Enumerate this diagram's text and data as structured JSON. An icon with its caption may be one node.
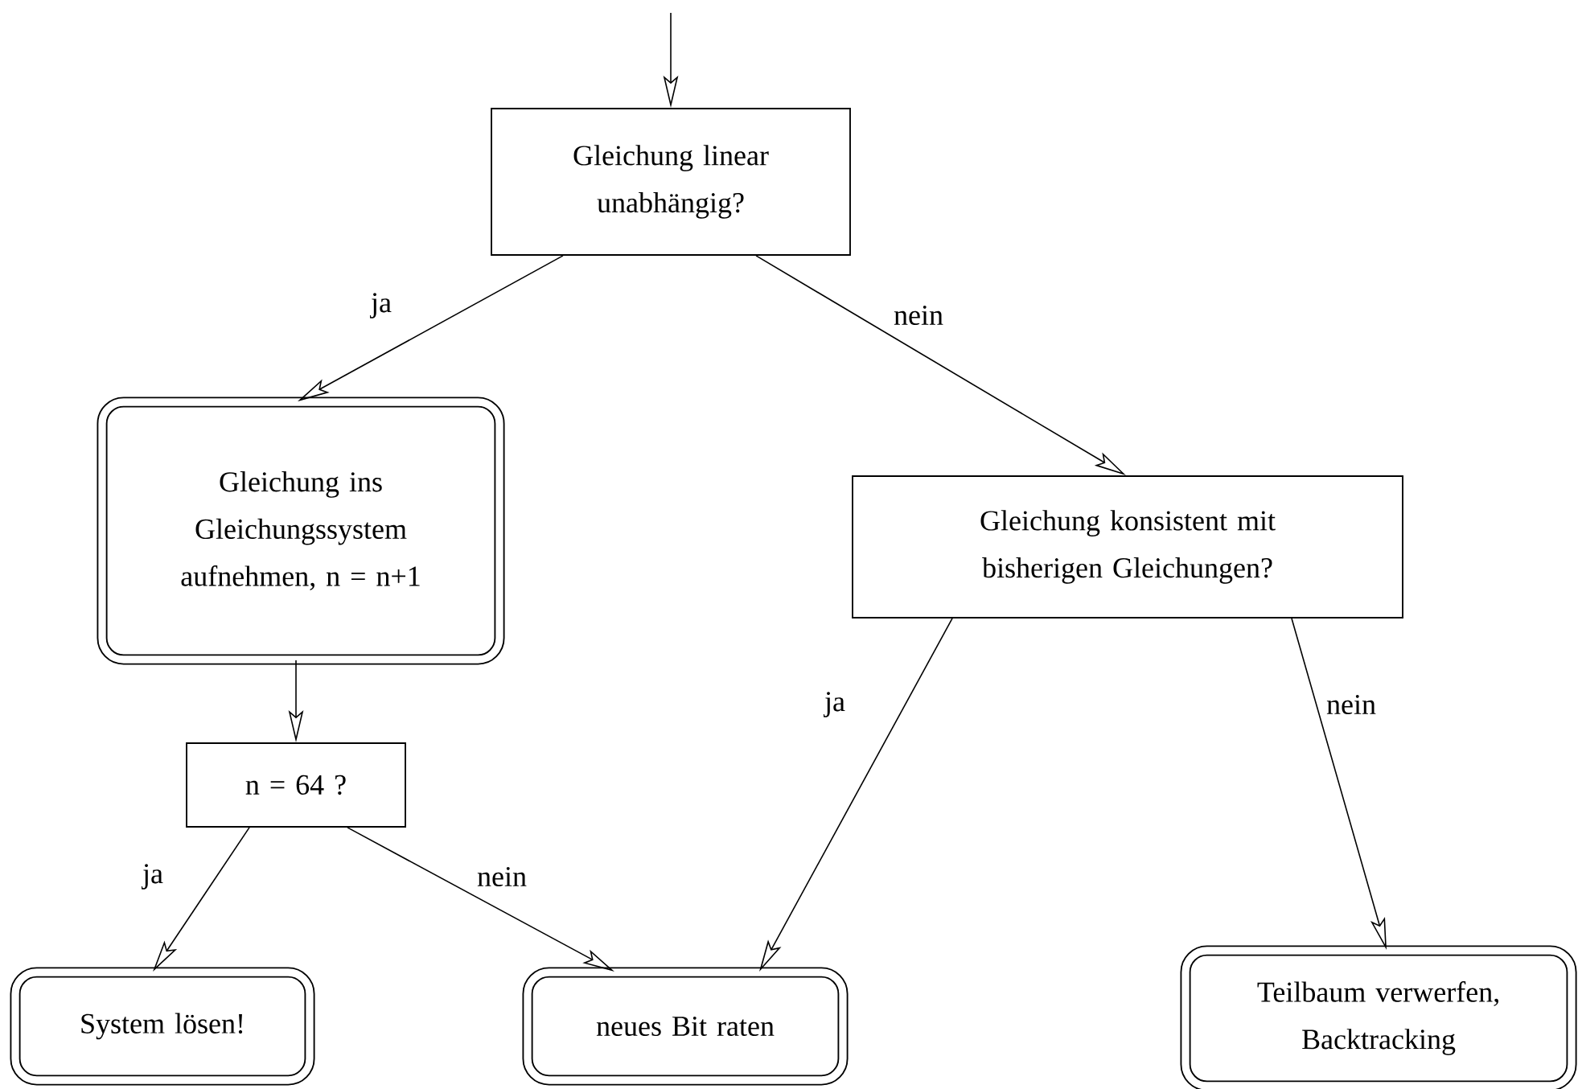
{
  "diagram": {
    "nodes": [
      {
        "text": [
          "Gleichung linear unabhängig?"
        ]
      },
      {
        "text": [
          "Gleichung ins Gleichungssystem aufnehmen, n = n+1"
        ]
      },
      {
        "text": [
          "n = 64 ?"
        ]
      },
      {
        "text": [
          "Gleichung konsistent mit bisherigen Gleichungen?"
        ]
      },
      {
        "text": [
          "System lösen!"
        ]
      },
      {
        "text": [
          "neues Bit raten"
        ]
      },
      {
        "text": [
          "Teilbaum verwerfen, Backtracking"
        ]
      }
    ],
    "edges": [
      {
        "from": null,
        "to": 0,
        "arrow": "to"
      },
      {
        "from": 0,
        "to": 1,
        "arrow": "to",
        "label": "ja"
      },
      {
        "from": 0,
        "to": 3,
        "arrow": "to",
        "label": "nein"
      },
      {
        "from": 1,
        "to": 2,
        "arrow": "to"
      },
      {
        "from": 2,
        "to": 4,
        "arrow": "to",
        "label": "ja"
      },
      {
        "from": 2,
        "to": 5,
        "arrow": "to",
        "label": "nein"
      },
      {
        "from": 3,
        "to": 5,
        "arrow": "to",
        "label": "ja"
      },
      {
        "from": 3,
        "to": 6,
        "arrow": "to",
        "label": "nein"
      }
    ]
  }
}
